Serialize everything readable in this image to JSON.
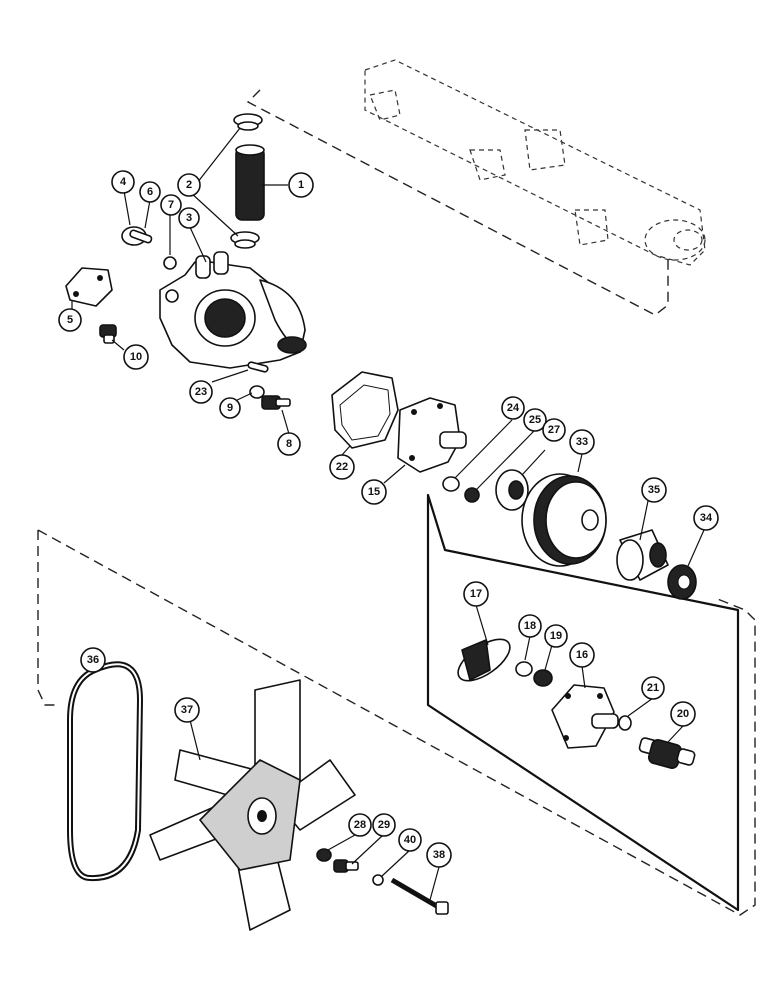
{
  "callouts": [
    {
      "label": "1"
    },
    {
      "label": "2"
    },
    {
      "label": "3"
    },
    {
      "label": "4"
    },
    {
      "label": "5"
    },
    {
      "label": "6"
    },
    {
      "label": "7"
    },
    {
      "label": "8"
    },
    {
      "label": "9"
    },
    {
      "label": "10"
    },
    {
      "label": "15"
    },
    {
      "label": "16"
    },
    {
      "label": "17"
    },
    {
      "label": "18"
    },
    {
      "label": "19"
    },
    {
      "label": "20"
    },
    {
      "label": "21"
    },
    {
      "label": "22"
    },
    {
      "label": "23"
    },
    {
      "label": "24"
    },
    {
      "label": "25"
    },
    {
      "label": "27"
    },
    {
      "label": "28"
    },
    {
      "label": "29"
    },
    {
      "label": "33"
    },
    {
      "label": "34"
    },
    {
      "label": "35"
    },
    {
      "label": "36"
    },
    {
      "label": "37"
    },
    {
      "label": "38"
    },
    {
      "label": "40"
    }
  ]
}
